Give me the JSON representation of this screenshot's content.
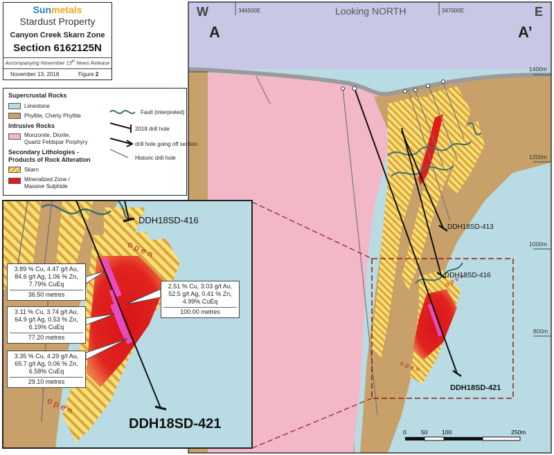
{
  "title_block": {
    "company_sun": "Sun",
    "company_metals": "metals",
    "property": "Stardust Property",
    "zone": "Canyon Creek Skarn Zone",
    "section": "Section 6162125N",
    "release": "Accompanying November 13",
    "release_sup": "th",
    "release_tail": " News Release",
    "date": "November 13, 2018",
    "figure_label": "Figure",
    "figure_number": "2"
  },
  "legend": {
    "supercrustal_heading": "Supercrustal Rocks",
    "limestone": "Limestone",
    "phyllite": "Phyllite, Cherty Phyllite",
    "intrusive_heading": "Intrusive Rocks",
    "monzonite_line1": "Monzonite, Diorite,",
    "monzonite_line2": "Quartz Feldspar Porphyry",
    "secondary_heading_line1": "Secondary Lithologies -",
    "secondary_heading_line2": "Products of Rock Alteration",
    "skarn": "Skarn",
    "mineralized_line1": "Mineralized Zone /",
    "mineralized_line2": "Massive Sulphide",
    "fault": "Fault (interpreted)",
    "drill_2018": "2018 drill hole",
    "drill_off_section": "drill hole going off section",
    "historic": "Historic drill hole",
    "colors": {
      "limestone": "#b9dbe4",
      "phyllite": "#c8a16a",
      "intrusive": "#f2b8c8",
      "skarn_bg": "#f7e07a",
      "skarn_stripe": "#d9a23a",
      "mineralized": "#e01b1b",
      "fault": "#3b6f70",
      "sky": "#c9c7e6"
    }
  },
  "section_view": {
    "west": "W",
    "east": "E",
    "looking": "Looking NORTH",
    "easting_1": "346500E",
    "easting_2": "347000E",
    "section_start": "A",
    "section_end": "A’",
    "elev_1400": "1400m",
    "elev_1200": "1200m",
    "elev_1000": "1000m",
    "elev_800": "800m",
    "hole_413": "DDH18SD-413",
    "hole_416": "DDH18SD-416",
    "hole_421": "DDH18SD-421",
    "open_label": "open",
    "scale": {
      "s0": "0",
      "s50": "50",
      "s100": "100",
      "s250": "250m"
    }
  },
  "inset": {
    "hole_416": "DDH18SD-416",
    "hole_421": "DDH18SD-421",
    "open_label": "open",
    "intercepts": [
      {
        "line1": "3.89 % Cu, 4.47 g/t Au,",
        "line2": "84.6 g/t Ag, 1.06 % Zn,",
        "line3": "7.79% CuEq",
        "length": "36.50 metres"
      },
      {
        "line1": "2.51 % Cu, 3.03 g/t Au,",
        "line2": "52.5 g/t Ag, 0.41 % Zn,",
        "line3": "4.99% CuEq",
        "length": "100.00 metres"
      },
      {
        "line1": "3.11 % Cu, 3.74 g/t Au,",
        "line2": "64.9 g/t Ag, 0.53 % Zn,",
        "line3": "6.19% CuEq",
        "length": "77.20 metres"
      },
      {
        "line1": "3.35 % Cu, 4.29 g/t Au,",
        "line2": "65.7 g/t Ag, 0.06 % Zn,",
        "line3": "6.58% CuEq",
        "length": "29.10 metres"
      }
    ]
  }
}
